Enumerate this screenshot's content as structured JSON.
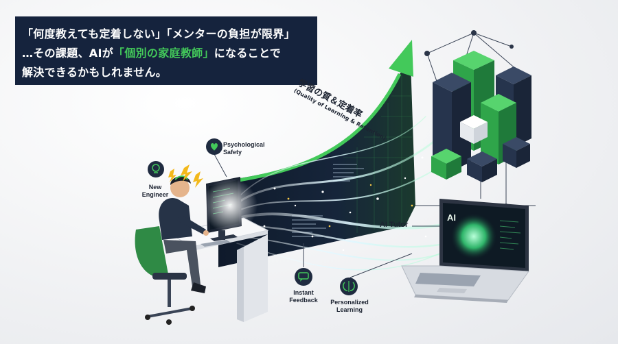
{
  "headline": {
    "line1": "「何度教えても定着しない」「メンターの負担が限界」",
    "line2_prefix": "…その課題、AIが",
    "line2_accent": "「個別の家庭教師」",
    "line2_suffix": "になることで",
    "line3": "解決できるかもしれません。"
  },
  "axis": {
    "label_jp": "学習の質＆定着率",
    "label_en": "(Quality of Learning & Retention)"
  },
  "labels": {
    "new_engineer_1": "New",
    "new_engineer_2": "Engineer",
    "psych_1": "Psychological",
    "psych_2": "Safety",
    "ai_tutor": "AI Tutor",
    "instant_1": "Instant",
    "instant_2": "Feedback",
    "personal_1": "Personalized",
    "personal_2": "Learning",
    "laptop_screen": "AI"
  },
  "colors": {
    "navy": "#15233d",
    "accent_green": "#43c95a",
    "dark_green": "#1f7a3a",
    "cube_navy": "#1f2b40"
  },
  "icons": [
    "lightbulb-icon",
    "heart-chat-icon",
    "chat-bubble-icon",
    "brain-icon"
  ]
}
